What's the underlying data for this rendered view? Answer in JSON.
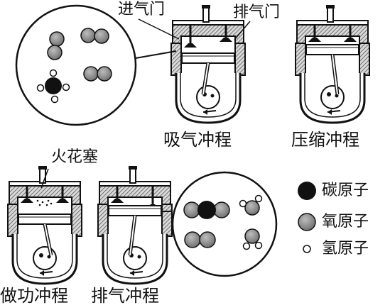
{
  "labels": {
    "intake_valve": "进气门",
    "exhaust_valve": "排气门",
    "spark_plug": "火花塞",
    "stroke_intake": "吸气冲程",
    "stroke_compression": "压缩冲程",
    "stroke_power": "做功冲程",
    "stroke_exhaust": "排气冲程"
  },
  "legend": [
    {
      "label": "碳原子",
      "atom": "carbon",
      "color": "#111111"
    },
    {
      "label": "氧原子",
      "atom": "oxygen",
      "color": "#8a8a8a"
    },
    {
      "label": "氢原子",
      "atom": "hydrogen",
      "color": "#ffffff"
    }
  ],
  "colors": {
    "line": "#111111",
    "oxygen": "#8a8a8a",
    "carbon": "#111111",
    "hatch": "#555555"
  }
}
